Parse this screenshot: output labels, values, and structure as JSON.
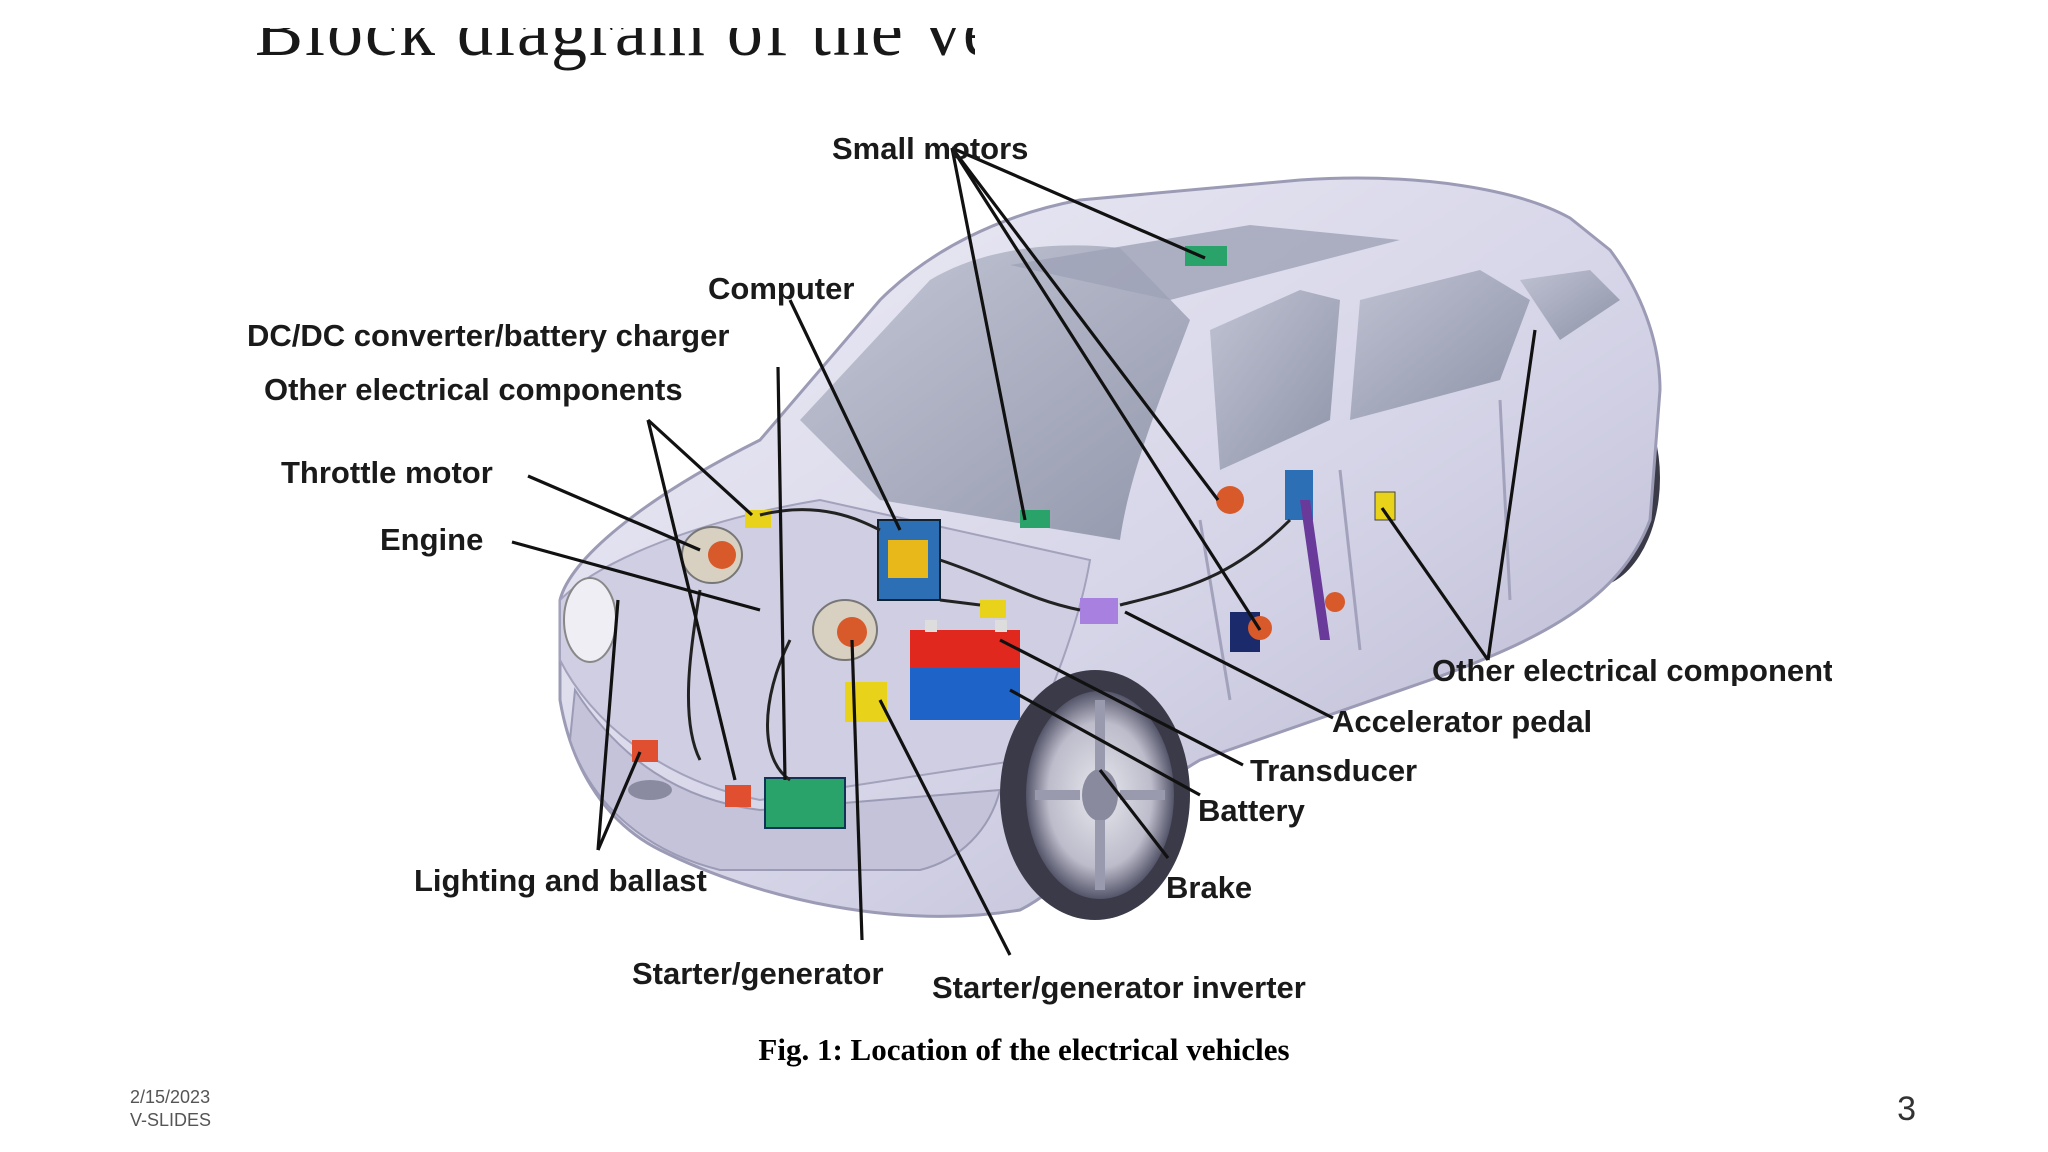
{
  "slide": {
    "title_fragment": "Block diagram of the vehicle",
    "caption": "Fig. 1: Location of the electrical vehicles",
    "date": "2/15/2023",
    "footer_text": "V-SLIDES",
    "page_number": "3"
  },
  "labels": {
    "small_motors": "Small motors",
    "computer": "Computer",
    "dc_dc": "DC/DC converter/battery charger",
    "other_left": "Other electrical components",
    "throttle_motor": "Throttle motor",
    "engine": "Engine",
    "other_right": "Other electrical components",
    "accelerator": "Accelerator pedal",
    "transducer": "Transducer",
    "battery": "Battery",
    "brake": "Brake",
    "lighting": "Lighting and ballast",
    "starter": "Starter/generator",
    "starter_inverter": "Starter/generator inverter"
  },
  "colors": {
    "car_body": "#d9d8ea",
    "car_shadow": "#a9a8c4",
    "window": "#8f93a8",
    "battery_red": "#e0281e",
    "battery_blue": "#1e64c8",
    "component_yellow": "#e8d21a",
    "component_green": "#2aa36a",
    "leader_line": "#111111"
  }
}
